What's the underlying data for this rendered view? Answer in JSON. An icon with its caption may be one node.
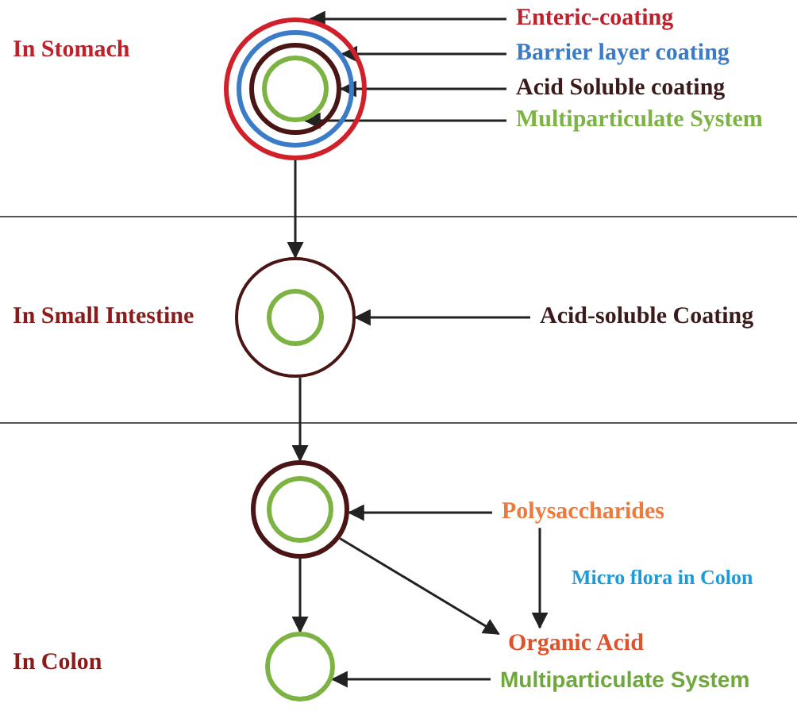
{
  "diagram": {
    "nodes": [
      {
        "text": [],
        "shape": "circle"
      },
      {
        "text": [],
        "shape": "circle",
        "in": 0
      },
      {
        "text": [],
        "shape": "circle",
        "in": 1
      },
      {
        "text": [],
        "shape": "circle",
        "in": 2
      },
      {
        "text": [
          "Enteric-coating"
        ]
      },
      {
        "text": [
          "Barrier layer coating"
        ]
      },
      {
        "text": [
          "Acid Soluble coating"
        ]
      },
      {
        "text": [
          "Multiparticulate System"
        ]
      },
      {
        "text": [],
        "shape": "circle"
      },
      {
        "text": [],
        "shape": "circle",
        "in": 8
      },
      {
        "text": [
          "Acid-soluble Coating"
        ]
      },
      {
        "text": [],
        "shape": "circle"
      },
      {
        "text": [],
        "shape": "circle",
        "in": 11
      },
      {
        "text": [
          "Polysaccharides"
        ]
      },
      {
        "text": [
          "Organic Acid"
        ]
      },
      {
        "text": [],
        "shape": "circle"
      },
      {
        "text": [
          "Multiparticulate System"
        ]
      }
    ],
    "edges": [
      {
        "from": 4,
        "to": 0,
        "arrow": "to"
      },
      {
        "from": 5,
        "to": 1,
        "arrow": "to"
      },
      {
        "from": 6,
        "to": 2,
        "arrow": "to"
      },
      {
        "from": 7,
        "to": 3,
        "arrow": "to"
      },
      {
        "from": 0,
        "to": 8,
        "arrow": "to"
      },
      {
        "from": 10,
        "to": 8,
        "arrow": "to"
      },
      {
        "from": 8,
        "to": 11,
        "arrow": "to"
      },
      {
        "from": 13,
        "to": 11,
        "arrow": "to"
      },
      {
        "from": 13,
        "to": 14,
        "arrow": "to",
        "label": "Micro flora in Colon"
      },
      {
        "from": 11,
        "to": 14,
        "arrow": "to"
      },
      {
        "from": 11,
        "to": 15,
        "arrow": "to"
      },
      {
        "from": 16,
        "to": 15,
        "arrow": "to"
      }
    ],
    "labels": [
      "In Stomach",
      "In Small Intestine",
      "In Colon"
    ]
  }
}
